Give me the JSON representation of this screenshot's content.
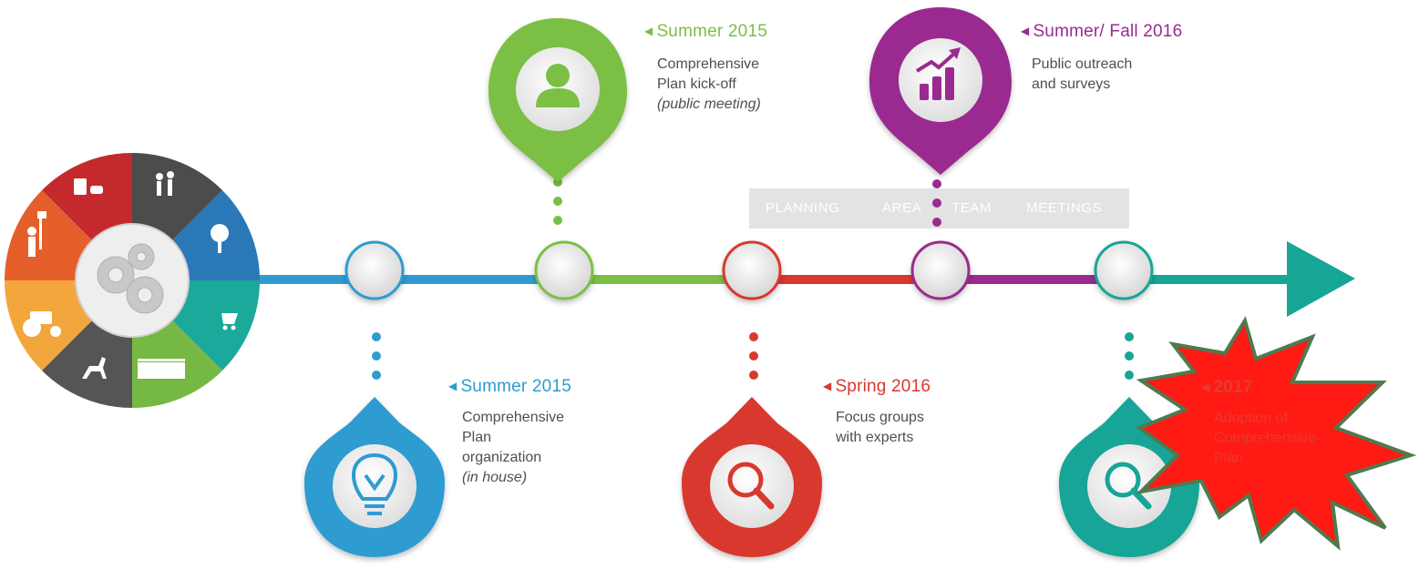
{
  "band": {
    "words": [
      "PLANNING",
      "AREA",
      "TEAM",
      "MEETINGS"
    ]
  },
  "milestones": [
    {
      "id": "m1",
      "date": "Summer 2015",
      "lines": [
        "Comprehensive",
        "Plan",
        "organization"
      ],
      "note": "(in house)",
      "icon": "lightbulb-icon",
      "color": "#2f9bd1"
    },
    {
      "id": "m2",
      "date": "Summer 2015",
      "lines": [
        "Comprehensive",
        "Plan  kick-off"
      ],
      "note": "(public meeting)",
      "icon": "person-icon",
      "color": "#7cbf45"
    },
    {
      "id": "m3",
      "date": "Spring 2016",
      "lines": [
        "Focus groups",
        "with experts"
      ],
      "note": "",
      "icon": "magnifier-icon",
      "color": "#d9382f"
    },
    {
      "id": "m4",
      "date": "Summer/ Fall 2016",
      "lines": [
        "Public outreach",
        "and surveys"
      ],
      "note": "",
      "icon": "growth-chart-icon",
      "color": "#9a2b90"
    },
    {
      "id": "m5",
      "date": "2017",
      "lines": [
        "Adoption of",
        "Comprehensive",
        "Plan"
      ],
      "note": "",
      "icon": "magnifier-icon",
      "color": "#17a596"
    }
  ],
  "wheel_icons": [
    "train-car-icon",
    "pedestrians-icon",
    "tree-icon",
    "cart-icon",
    "building-icon",
    "deer-icon",
    "tractor-icon",
    "farmer-icon",
    "gears-icon"
  ],
  "colors": {
    "blue": "#2f9bd1",
    "green": "#7cbf45",
    "red": "#d9382f",
    "purple": "#9a2b90",
    "teal": "#17a596",
    "burst": "#ff1a14",
    "burst_outline": "#4f7a4f"
  }
}
